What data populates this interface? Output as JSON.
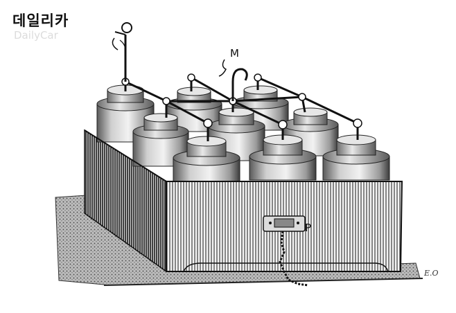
{
  "watermark": {
    "brand": "데일리카",
    "brand_sub": "DailyCar"
  },
  "illustration": {
    "labels": {
      "m": "M",
      "p": "P"
    },
    "signature": "E.O"
  }
}
